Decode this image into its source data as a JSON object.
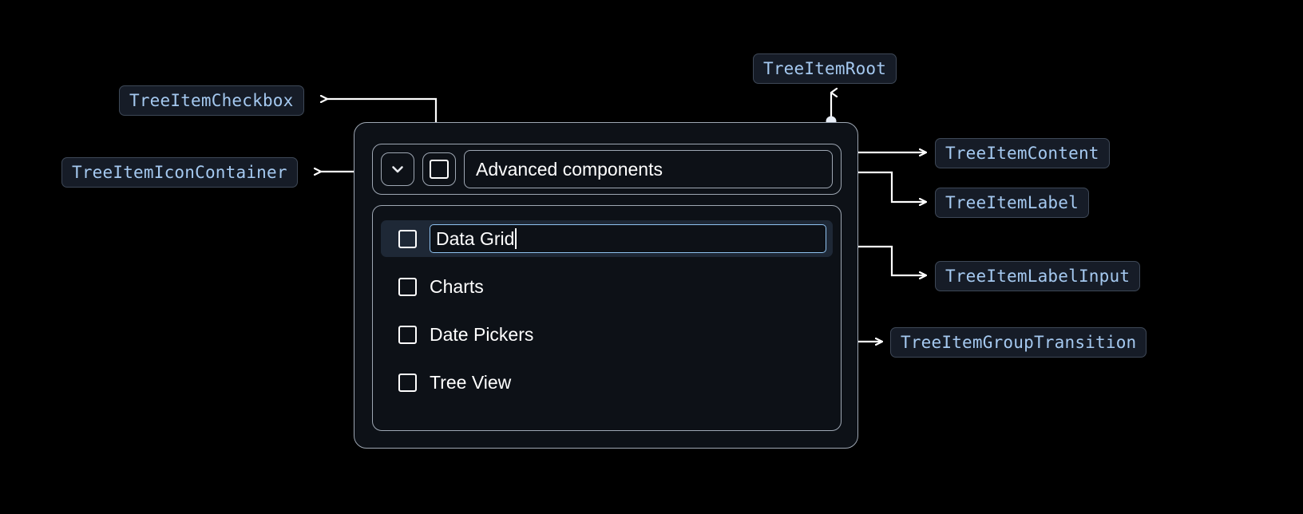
{
  "page": {
    "background": "#000000",
    "panel_background": "#0d1117",
    "border_color": "#9ea7b3",
    "accent_color": "#8fc2f0",
    "chip_text_color": "#a5c9f0",
    "chip_background": "#161c27",
    "chip_border_color": "#3e4857",
    "selected_row_background": "#1e2836"
  },
  "annotations": [
    {
      "id": "tree-item-checkbox",
      "label": "TreeItemCheckbox"
    },
    {
      "id": "tree-item-icon-container",
      "label": "TreeItemIconContainer"
    },
    {
      "id": "tree-item-root",
      "label": "TreeItemRoot"
    },
    {
      "id": "tree-item-content",
      "label": "TreeItemContent"
    },
    {
      "id": "tree-item-label",
      "label": "TreeItemLabel"
    },
    {
      "id": "tree-item-label-input",
      "label": "TreeItemLabelInput"
    },
    {
      "id": "tree-item-group-transition",
      "label": "TreeItemGroupTransition"
    }
  ],
  "tree": {
    "root": {
      "expand_icon": "chevron-down-icon",
      "checkbox_state": "unchecked",
      "label": "Advanced components"
    },
    "children": [
      {
        "label": "Data Grid",
        "checkbox_state": "unchecked",
        "editing": true,
        "selected": true
      },
      {
        "label": "Charts",
        "checkbox_state": "unchecked",
        "editing": false,
        "selected": false
      },
      {
        "label": "Date Pickers",
        "checkbox_state": "unchecked",
        "editing": false,
        "selected": false
      },
      {
        "label": "Tree View",
        "checkbox_state": "unchecked",
        "editing": false,
        "selected": false
      }
    ]
  }
}
